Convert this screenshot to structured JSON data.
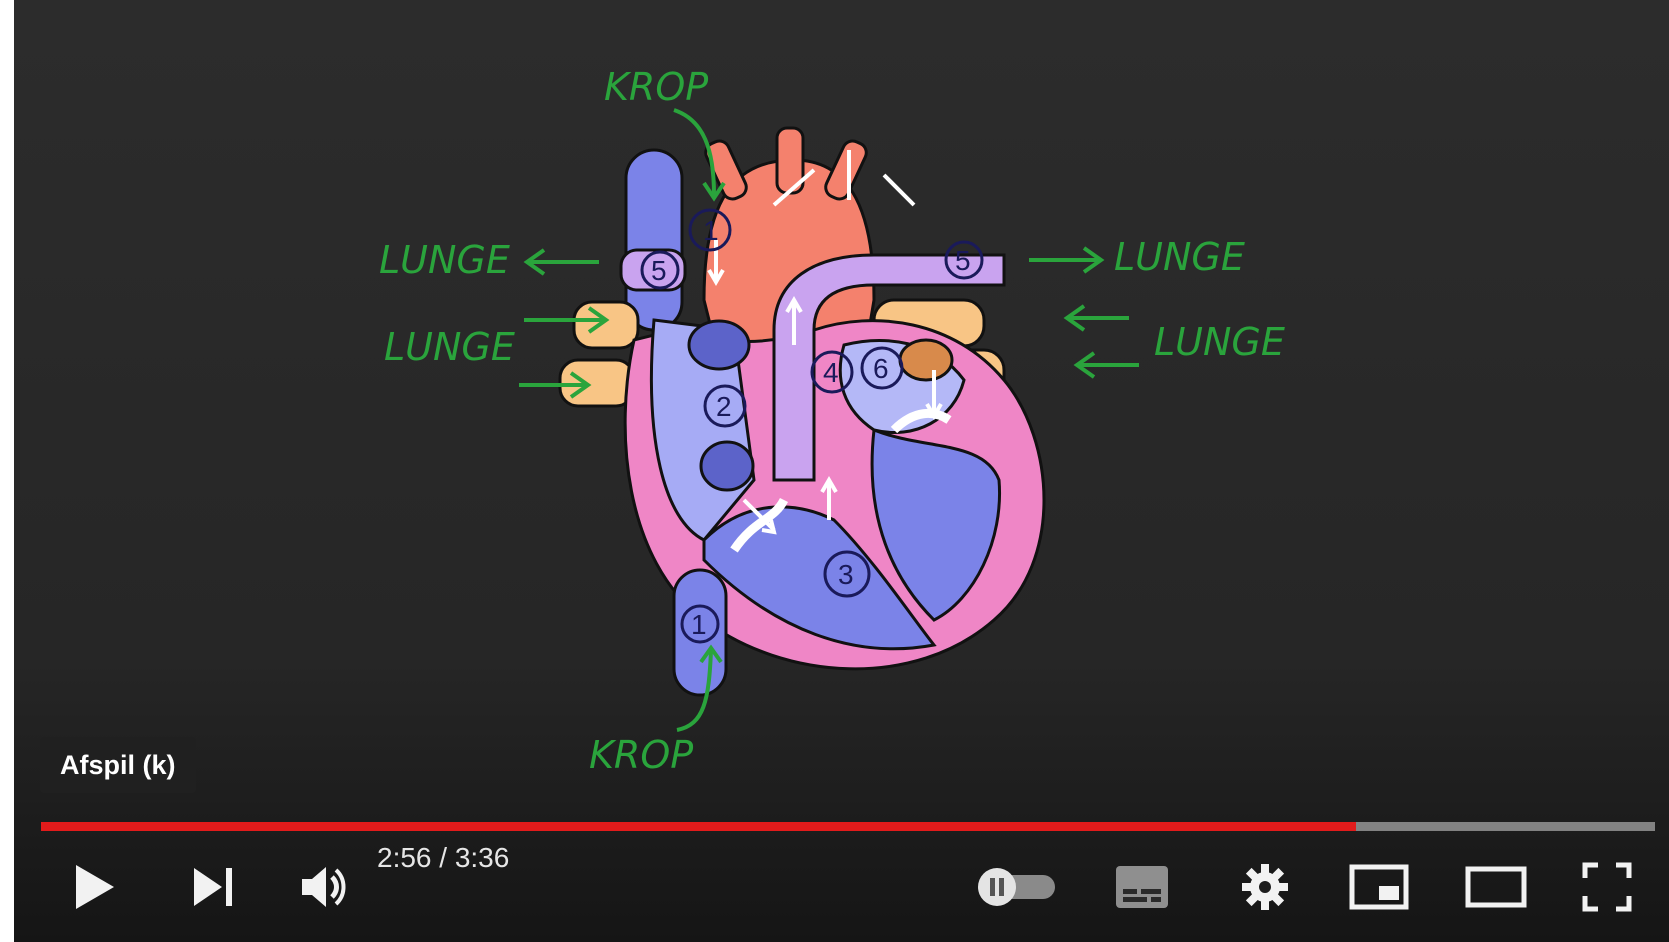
{
  "video": {
    "labels": {
      "krop_top": "KROP",
      "krop_bottom": "KROP",
      "lunge_top_left": "LUNGE",
      "lunge_mid_left": "LUNGE",
      "lunge_top_right": "LUNGE",
      "lunge_mid_right": "LUNGE"
    },
    "chamber_numbers": [
      "1",
      "2",
      "3",
      "4",
      "5",
      "5",
      "6",
      "1"
    ]
  },
  "tooltip": {
    "text": "Afspil (k)"
  },
  "player": {
    "current_time": "2:56",
    "duration": "3:36",
    "time_display": "2:56 / 3:36",
    "progress_fraction": 0.815
  },
  "controls": {
    "play_icon": "play-icon",
    "next_icon": "next-icon",
    "volume_icon": "volume-icon",
    "autoplay_icon": "autoplay-toggle-icon",
    "subtitles_icon": "subtitles-icon",
    "settings_icon": "gear-icon",
    "miniplayer_icon": "miniplayer-icon",
    "theater_icon": "theater-mode-icon",
    "fullscreen_icon": "fullscreen-icon"
  },
  "colors": {
    "progress_red": "#e21b1b",
    "label_green": "#2aa43c",
    "vena_blue": "#7b83e8",
    "aorta_red": "#f4816d",
    "pulmonary_purple": "#c9a3ef",
    "pulmonary_vein_orange": "#f8c585",
    "heart_pink": "#ef86c6"
  }
}
